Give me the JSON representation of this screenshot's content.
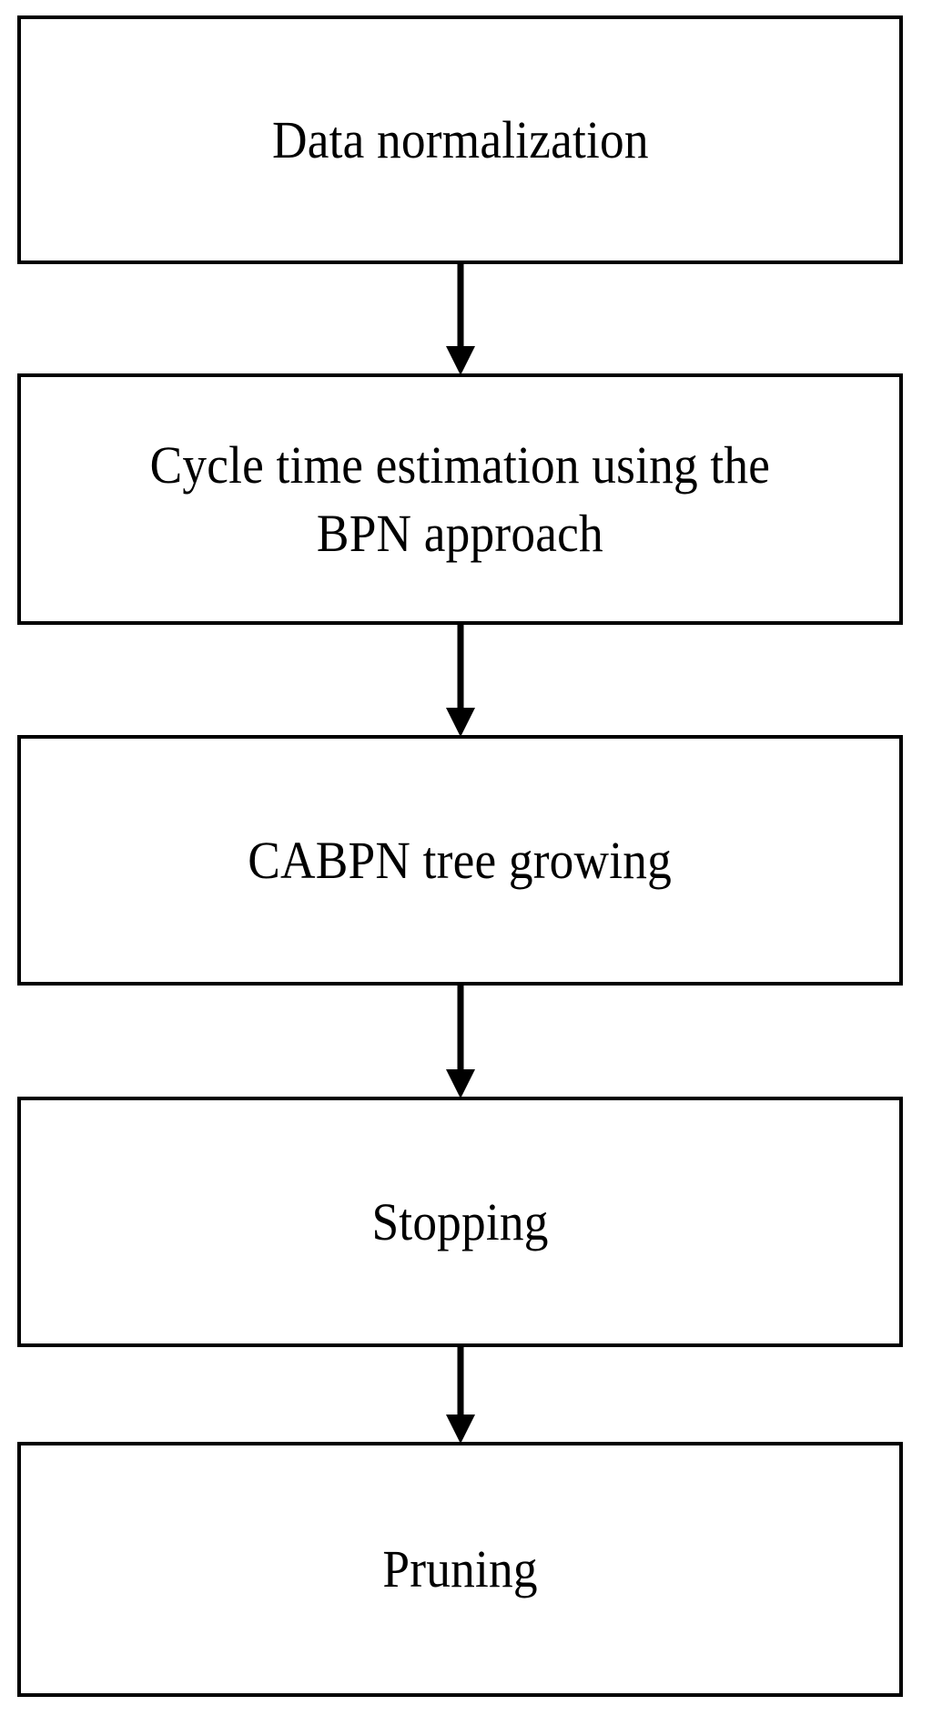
{
  "diagram": {
    "type": "flowchart",
    "orientation": "vertical",
    "background_color": "#ffffff",
    "stroke_color": "#000000",
    "text_color": "#000000",
    "nodes": [
      {
        "id": "data-normalization",
        "label": "Data normalization"
      },
      {
        "id": "cycle-time-estimation",
        "label": "Cycle time estimation using the\nBPN approach"
      },
      {
        "id": "cabpn-tree-growing",
        "label": "CABPN tree growing"
      },
      {
        "id": "stopping",
        "label": "Stopping"
      },
      {
        "id": "pruning",
        "label": "Pruning"
      }
    ],
    "connectors": [
      {
        "id": "arrow-1",
        "from": "data-normalization",
        "to": "cycle-time-estimation",
        "style": "arrow-down"
      },
      {
        "id": "arrow-2",
        "from": "cycle-time-estimation",
        "to": "cabpn-tree-growing",
        "style": "arrow-down"
      },
      {
        "id": "arrow-3",
        "from": "cabpn-tree-growing",
        "to": "stopping",
        "style": "arrow-down"
      },
      {
        "id": "arrow-4",
        "from": "stopping",
        "to": "pruning",
        "style": "arrow-down"
      }
    ]
  }
}
